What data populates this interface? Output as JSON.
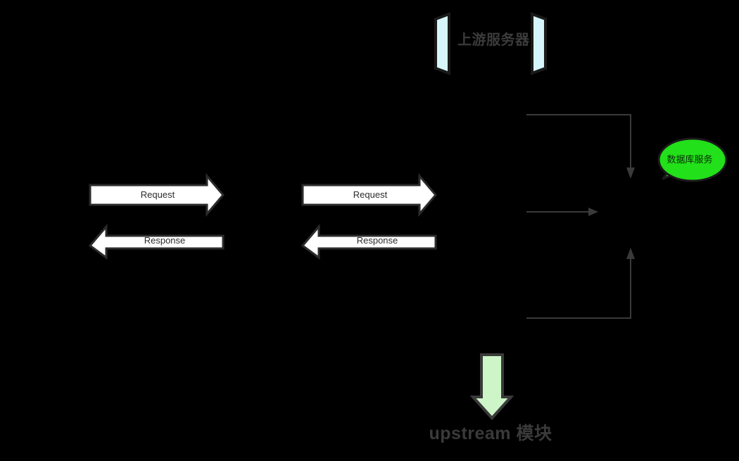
{
  "diagram": {
    "background_color": "#000000",
    "title_banner": {
      "label": "上游服务器",
      "bracket_fill": "#d6f6fb",
      "bracket_stroke": "#1a1a1a",
      "text_color": "#3b3b3b"
    },
    "flows": [
      {
        "name": "client-to-proxy",
        "request_label": "Request",
        "response_label": "Response"
      },
      {
        "name": "proxy-to-upstream",
        "request_label": "Request",
        "response_label": "Response"
      }
    ],
    "block_arrow": {
      "fill": "#ffffff",
      "stroke": "#2b2b2b",
      "text_color": "#2b2b2b"
    },
    "connectors": {
      "stroke": "#3a3a3a",
      "top_label": "",
      "middle_label": "",
      "bottom_label": ""
    },
    "database_bubble": {
      "label": "数据库服务",
      "fill": "#22e019",
      "stroke": "#1a1a1a",
      "text_color": "#0b2a0b"
    },
    "module_arrow": {
      "label": "upstream 模块",
      "fill": "#cdf5c8",
      "stroke": "#3a3a3a",
      "text_color": "#3a3a3a"
    }
  }
}
